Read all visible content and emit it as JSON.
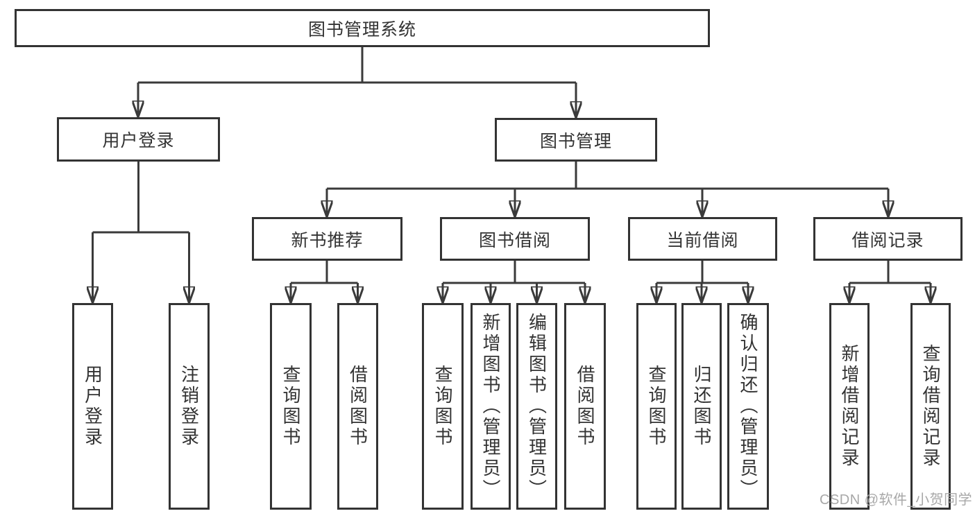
{
  "diagram": {
    "root": {
      "label": "图书管理系统"
    },
    "branches": [
      {
        "label": "用户登录",
        "children": [
          {
            "label": "用户登录"
          },
          {
            "label": "注销登录"
          }
        ]
      },
      {
        "label": "图书管理",
        "children": [
          {
            "label": "新书推荐",
            "children": [
              {
                "label": "查询图书"
              },
              {
                "label": "借阅图书"
              }
            ]
          },
          {
            "label": "图书借阅",
            "children": [
              {
                "label": "查询图书"
              },
              {
                "label": "新增图书（管理员）"
              },
              {
                "label": "编辑图书（管理员）"
              },
              {
                "label": "借阅图书"
              }
            ]
          },
          {
            "label": "当前借阅",
            "children": [
              {
                "label": "查询图书"
              },
              {
                "label": "归还图书"
              },
              {
                "label": "确认归还（管理员）"
              }
            ]
          },
          {
            "label": "借阅记录",
            "children": [
              {
                "label": "新增借阅记录"
              },
              {
                "label": "查询借阅记录"
              }
            ]
          }
        ]
      }
    ]
  },
  "watermark": {
    "text": "CSDN @软件_小贺同学"
  },
  "colors": {
    "background": "#ffffff",
    "line": "#3a3a3a",
    "box_border": "#333333",
    "text": "#333333",
    "watermark": "#a8a8a8"
  }
}
